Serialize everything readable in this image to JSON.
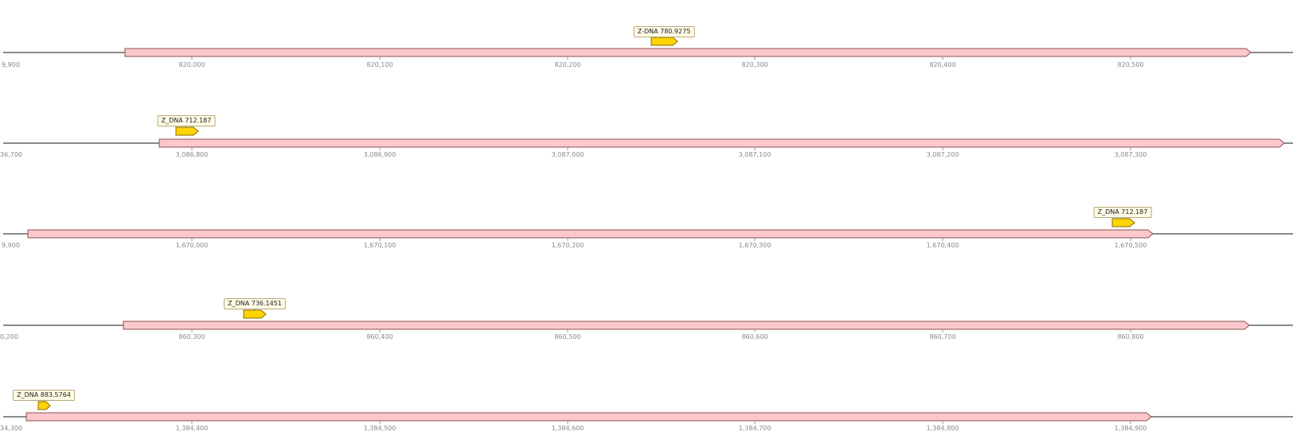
{
  "colors": {
    "gene_fill": "#fcc8cc",
    "gene_stroke": "#8a5050",
    "feature_fill": "#ffd400",
    "feature_stroke": "#8a6d00",
    "axis": "#444444",
    "tick_text": "#888888"
  },
  "tracks": [
    {
      "first_tick_label": "9,900",
      "ticks": [
        "820,000",
        "820,100",
        "820,200",
        "820,300",
        "820,400",
        "820,500"
      ],
      "feature_label": "Z-DNA 780.9275"
    },
    {
      "first_tick_label": "36,700",
      "ticks": [
        "3,086,800",
        "3,086,900",
        "3,087,000",
        "3,087,100",
        "3,087,200",
        "3,087,300"
      ],
      "feature_label": "Z_DNA 712.187"
    },
    {
      "first_tick_label": "9,900",
      "ticks": [
        "1,670,000",
        "1,670,100",
        "1,670,200",
        "1,670,300",
        "1,670,400",
        "1,670,500"
      ],
      "feature_label": "Z_DNA 712.187"
    },
    {
      "first_tick_label": "0,200",
      "ticks": [
        "860,300",
        "860,400",
        "860,500",
        "860,600",
        "860,700",
        "860,800"
      ],
      "feature_label": "Z_DNA 736.1451"
    },
    {
      "first_tick_label": "34,300",
      "ticks": [
        "1,384,400",
        "1,384,500",
        "1,384,600",
        "1,384,700",
        "1,384,800",
        "1,384,900"
      ],
      "feature_label": "Z_DNA 883.5764"
    }
  ]
}
